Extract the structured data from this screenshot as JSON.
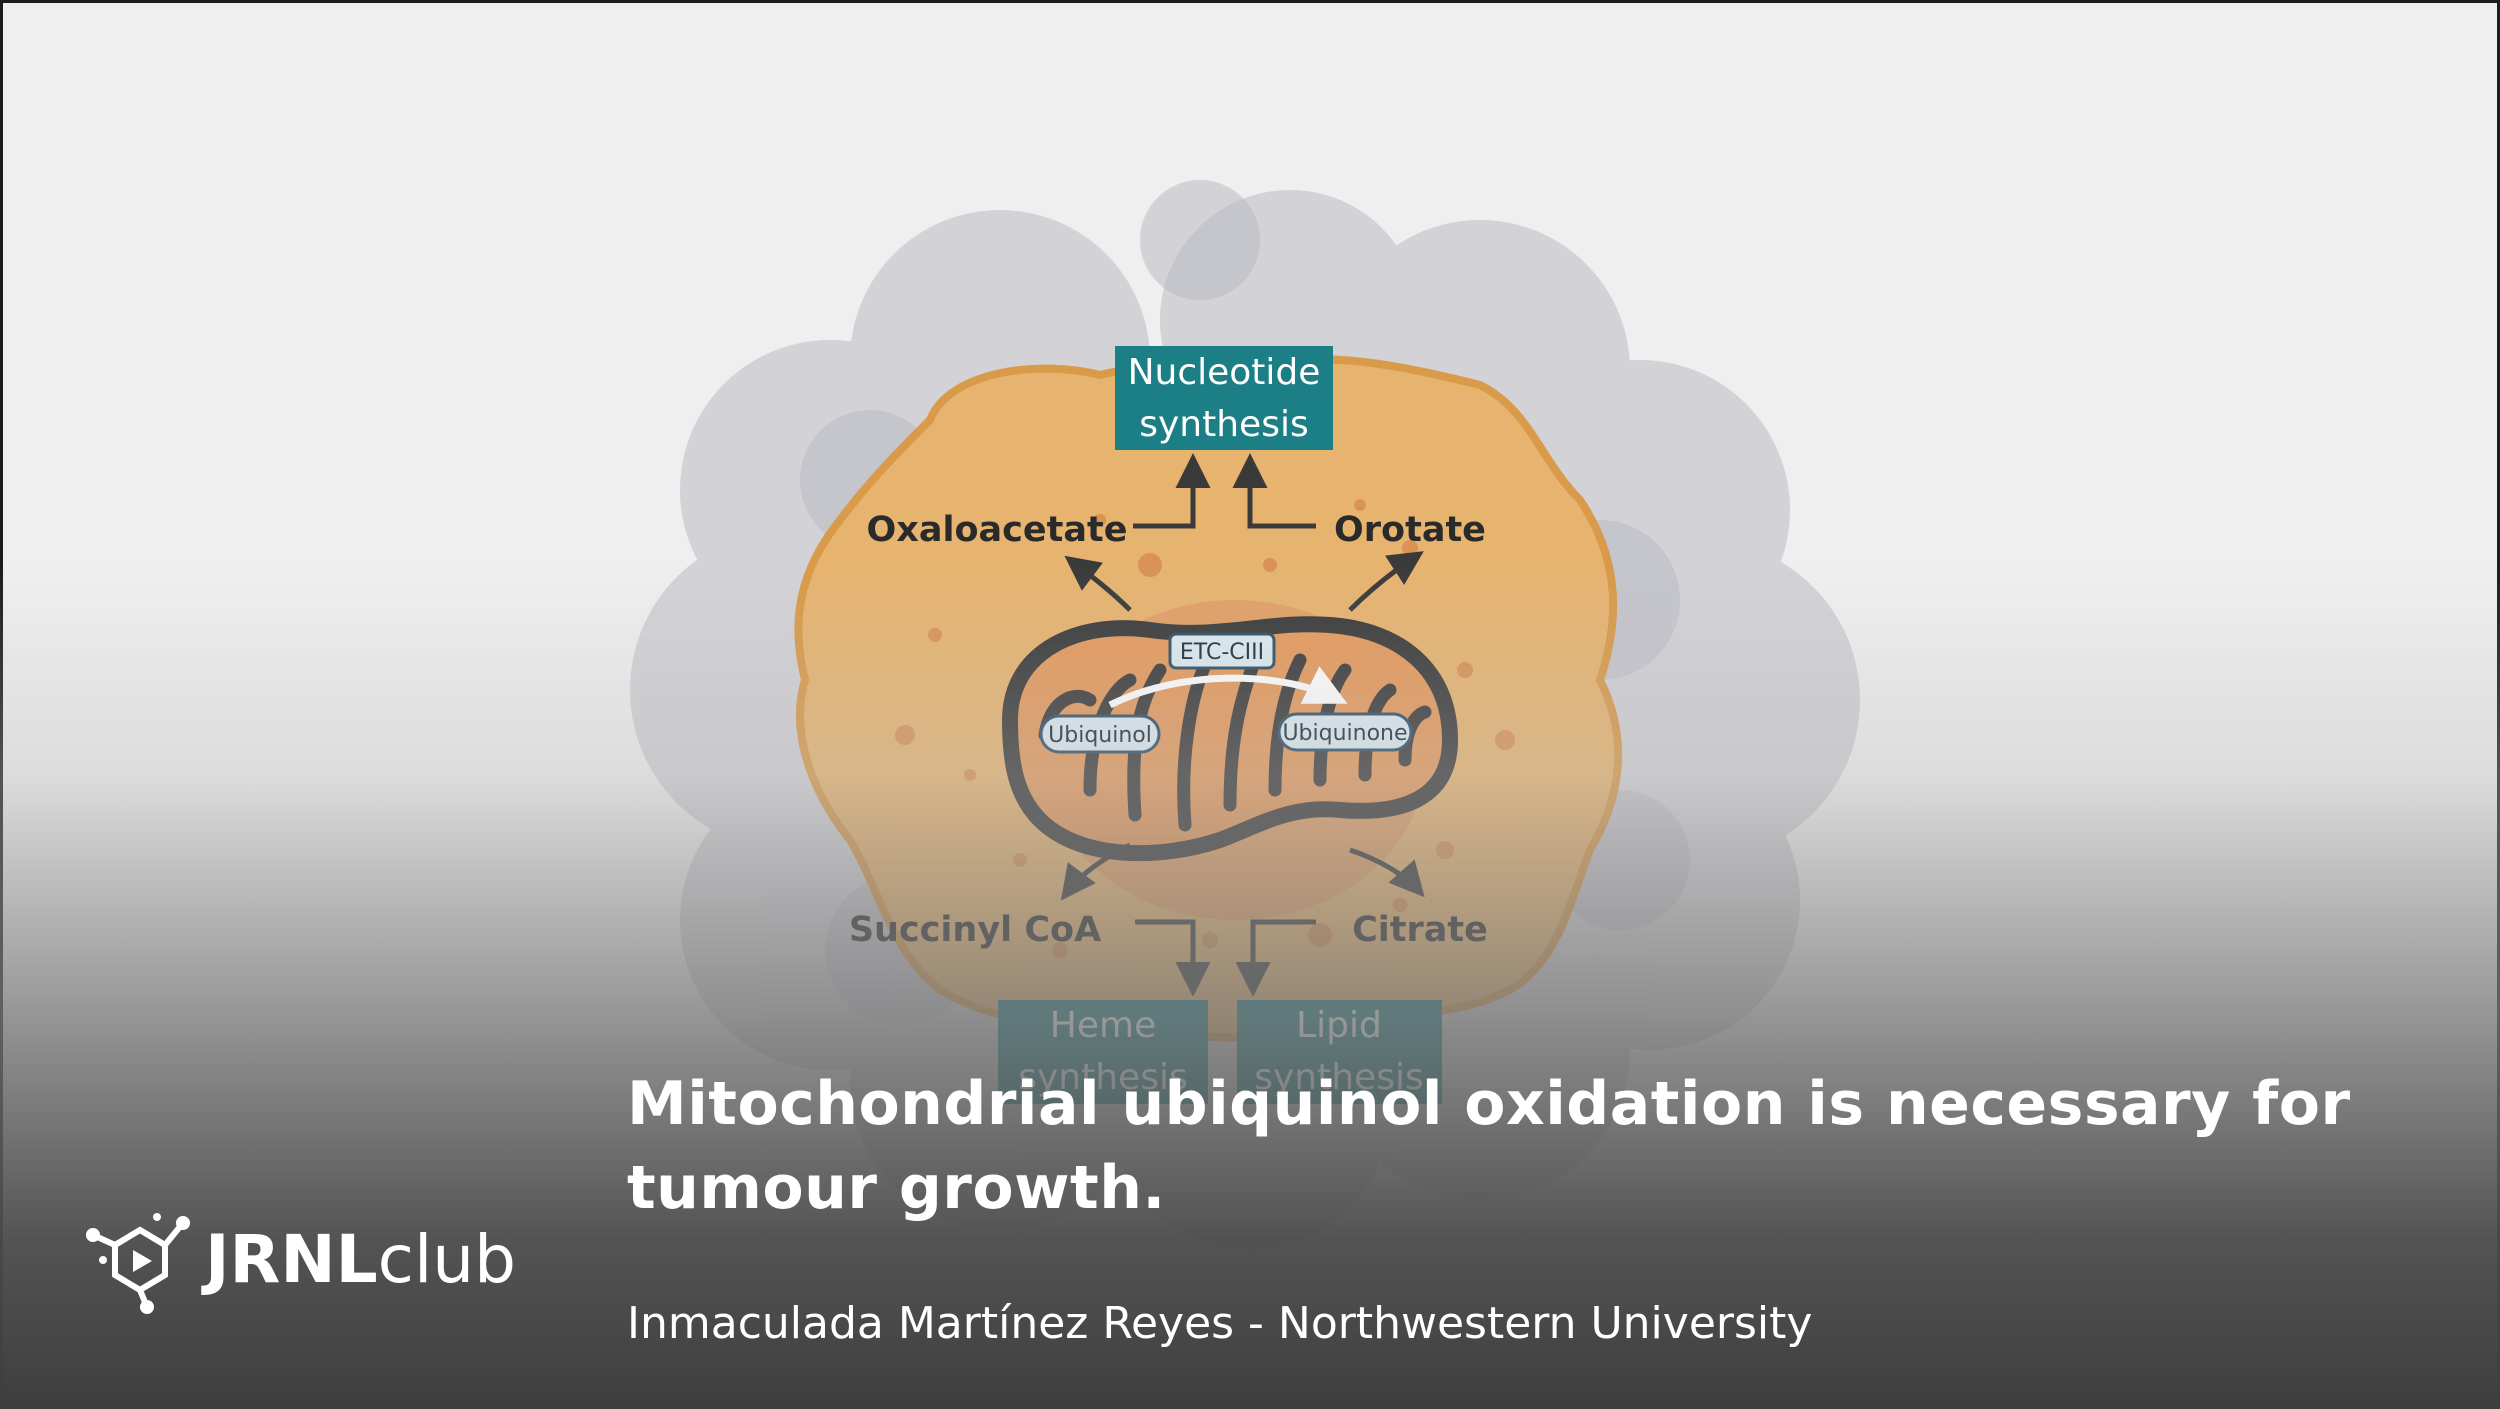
{
  "slide": {
    "title": "Mitochondrial ubiquinol oxidation is necessary for tumour growth.",
    "author": "Inmaculada Martínez Reyes - Northwestern University"
  },
  "logo": {
    "bold": "JRNL",
    "light": "club"
  },
  "diagram": {
    "top_box": [
      "Nucleotide",
      "synthesis"
    ],
    "left_top": "Oxaloacetate",
    "right_top": "Orotate",
    "left_bottom": "Succinyl CoA",
    "right_bottom": "Citrate",
    "bottom_left_box": [
      "Heme",
      "synthesis"
    ],
    "bottom_right_box": [
      "Lipid",
      "synthesis"
    ],
    "etc": "ETC-CIII",
    "ubiquinol": "Ubiquinol",
    "ubiquinone": "Ubiquinone"
  },
  "colors": {
    "teal": "#1c7f86",
    "cell": "#e7b470",
    "cell_edge": "#d99a4a",
    "mito": "#e09a63",
    "mito_outline": "#3a3a3a",
    "tumor": "#c9c9cf"
  }
}
